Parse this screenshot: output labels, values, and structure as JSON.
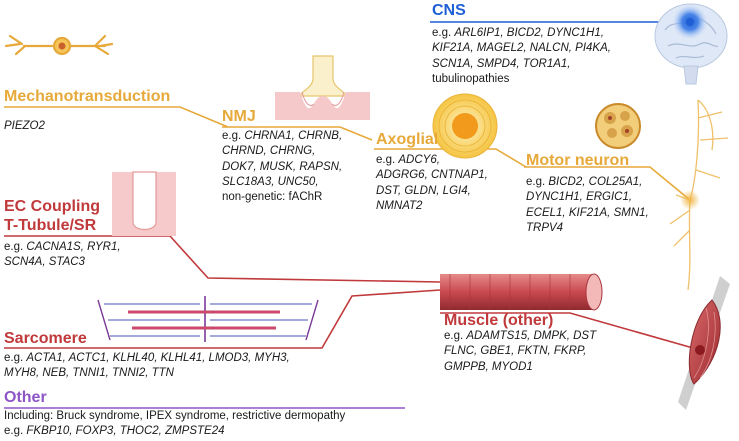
{
  "colors": {
    "gold": "#e6a93a",
    "red": "#c0393b",
    "blue": "#1e5fd6",
    "purple": "#8e55c7",
    "text": "#1a1a1a"
  },
  "icons": {
    "neuron": "neuron-icon",
    "nmj": "nmj-icon",
    "axoglial": "myelin-cross-section-icon",
    "motor_neuron": "nerve-bundle-icon",
    "brain": "brain-icon",
    "t_tubule": "t-tubule-icon",
    "sarcomere": "sarcomere-icon",
    "muscle_fiber": "muscle-fiber-icon",
    "muscle": "muscle-icon"
  },
  "cns": {
    "title": "CNS",
    "line1_prefix": "e.g. ",
    "line1": "ARL6IP1, BICD2, DYNC1H1,",
    "line2": "KIF21A, MAGEL2, NALCN, PI4KA,",
    "line3": "SCN1A, SMPD4, TOR1A1,",
    "line4": "tubulinopathies"
  },
  "mechano": {
    "title": "Mechanotransduction",
    "genes": "PIEZO2"
  },
  "nmj": {
    "title": "NMJ",
    "line1_prefix": "e.g. ",
    "line1": "CHRNA1, CHRNB,",
    "line2": "CHRND, CHRNG,",
    "line3": "DOK7,  MUSK, RAPSN,",
    "line4": "SLC18A3, UNC50,",
    "line5": "non-genetic: fAChR"
  },
  "axoglial": {
    "title": "Axoglial",
    "line1_prefix": "e.g. ",
    "line1": "ADCY6,",
    "line2": "ADGRG6, CNTNAP1,",
    "line3": "DST, GLDN, LGI4,",
    "line4": "NMNAT2"
  },
  "motor": {
    "title": "Motor neuron",
    "line1_prefix": "e.g. ",
    "line1": "BICD2, COL25A1,",
    "line2": "DYNC1H1, ERGIC1,",
    "line3": "ECEL1, KIF21A, SMN1,",
    "line4": "TRPV4"
  },
  "ec": {
    "title1": "EC Coupling",
    "title2": "T-Tubule/SR",
    "line1_prefix": "e.g. ",
    "line1": "CACNA1S, RYR1,",
    "line2": "SCN4A, STAC3"
  },
  "sarcomere": {
    "title": "Sarcomere",
    "line1_prefix": "e.g. ",
    "line1": "ACTA1, ACTC1, KLHL40, KLHL41, LMOD3, MYH3,",
    "line2": "MYH8, NEB, TNNI1, TNNI2, TTN"
  },
  "muscle_other": {
    "title": "Muscle (other)",
    "line1_prefix": "e.g. ",
    "line1": "ADAMTS15, DMPK, DST",
    "line2": "FLNC, GBE1, FKTN, FKRP,",
    "line3": "GMPPB, MYOD1"
  },
  "other": {
    "title": "Other",
    "line1": "Including: Bruck syndrome, IPEX syndrome, restrictive dermopathy",
    "line2_prefix": "e.g. ",
    "line2": "FKBP10, FOXP3, THOC2, ZMPSTE24"
  }
}
